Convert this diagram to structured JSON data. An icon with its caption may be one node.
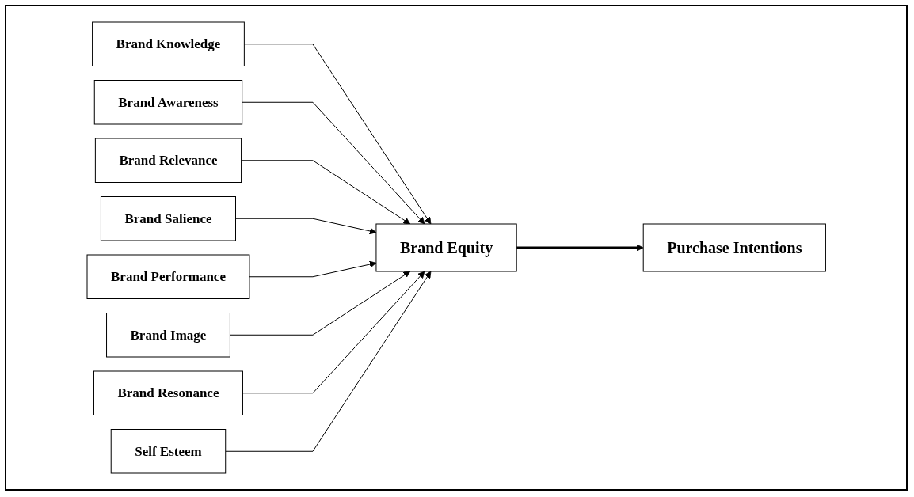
{
  "diagram": {
    "nodes": [
      {
        "text": [
          "Brand Knowledge"
        ]
      },
      {
        "text": [
          "Brand Awareness"
        ]
      },
      {
        "text": [
          "Brand Relevance"
        ]
      },
      {
        "text": [
          "Brand Salience"
        ]
      },
      {
        "text": [
          "Brand Performance"
        ]
      },
      {
        "text": [
          "Brand Image"
        ]
      },
      {
        "text": [
          "Brand Resonance"
        ]
      },
      {
        "text": [
          "Self Esteem"
        ]
      },
      {
        "text": [
          "Brand Equity"
        ]
      },
      {
        "text": [
          "Purchase Intentions"
        ]
      }
    ],
    "edges": [
      {
        "from": 0,
        "to": 8,
        "arrow": "to"
      },
      {
        "from": 1,
        "to": 8,
        "arrow": "to"
      },
      {
        "from": 2,
        "to": 8,
        "arrow": "to"
      },
      {
        "from": 3,
        "to": 8,
        "arrow": "to"
      },
      {
        "from": 4,
        "to": 8,
        "arrow": "to"
      },
      {
        "from": 5,
        "to": 8,
        "arrow": "to"
      },
      {
        "from": 6,
        "to": 8,
        "arrow": "to"
      },
      {
        "from": 7,
        "to": 8,
        "arrow": "to"
      },
      {
        "from": 8,
        "to": 9,
        "arrow": "to",
        "style": "thick"
      }
    ]
  }
}
